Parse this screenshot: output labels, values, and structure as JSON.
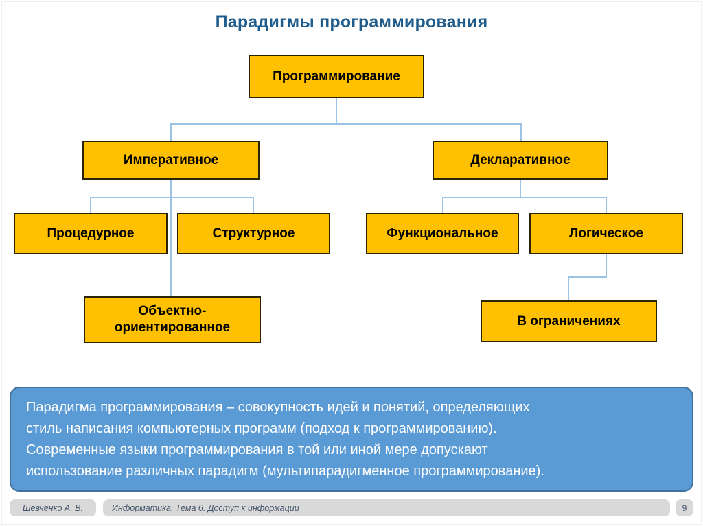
{
  "title": "Парадигмы программирования",
  "title_color": "#1F5C8B",
  "diagram": {
    "nodes": {
      "programming": "Программирование",
      "imperative": "Императивное",
      "declarative": "Декларативное",
      "procedural": "Процедурное",
      "structural": "Структурное",
      "functional": "Функциональное",
      "logical": "Логическое",
      "oop": "Объектно-\nориентированное",
      "constraints": "В ограничениях"
    },
    "node_fill": "#FFC000",
    "node_border": "#2B2404",
    "connector_color": "#9CC2E5"
  },
  "info_box": {
    "fill": "#5B9BD5",
    "border": "#41719C",
    "text_color": "#FFFFFF",
    "lines": [
      "Парадигма программирования – совокупность идей и понятий, определяющих",
      "стиль написания компьютерных программ (подход к программированию).",
      "Современные языки программирования в той или иной мере допускают",
      "использование различных парадигм (мультипарадигменное программирование)."
    ]
  },
  "footer": {
    "author": "Шевченко А. В.",
    "subject": "Информатика. Тема 6. Доступ к информации",
    "page": "9",
    "pill_bg": "#D9D9D9",
    "text_color": "#44546A"
  }
}
